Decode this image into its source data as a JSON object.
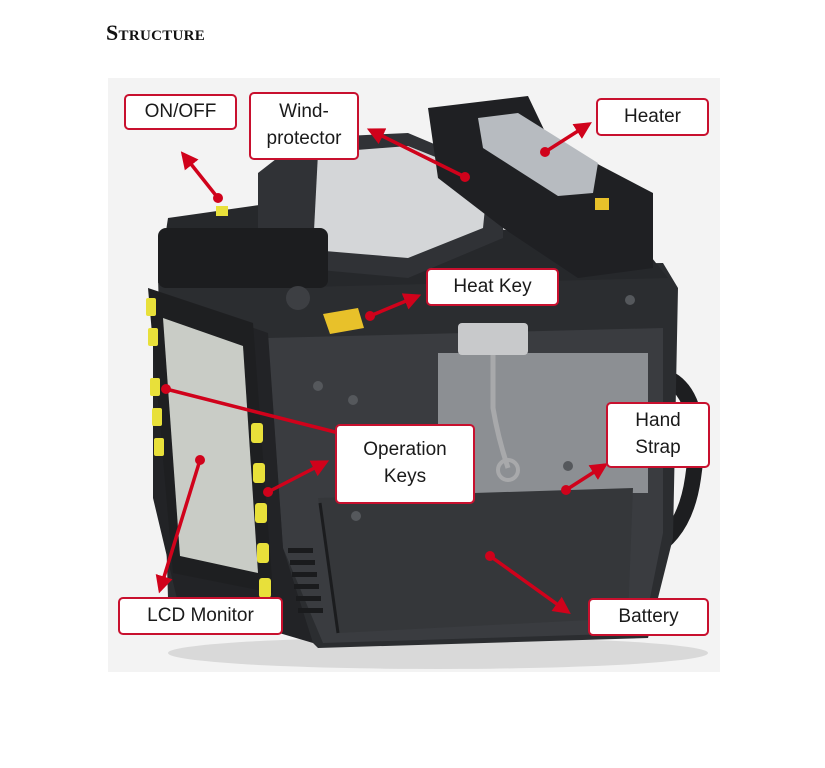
{
  "heading": "Structure",
  "callouts": {
    "on_off": "ON/OFF",
    "wind_protector": "Wind-\nprotector",
    "heater": "Heater",
    "heat_key": "Heat Key",
    "operation_keys": "Operation\nKeys",
    "hand_strap": "Hand\nStrap",
    "lcd_monitor": "LCD Monitor",
    "battery": "Battery"
  },
  "colors": {
    "callout_border": "#c8102e",
    "arrow": "#d0021b",
    "device_body": "#2b2d30",
    "key_yellow": "#e8e03a",
    "lcd_screen": "#c9ccc6"
  }
}
